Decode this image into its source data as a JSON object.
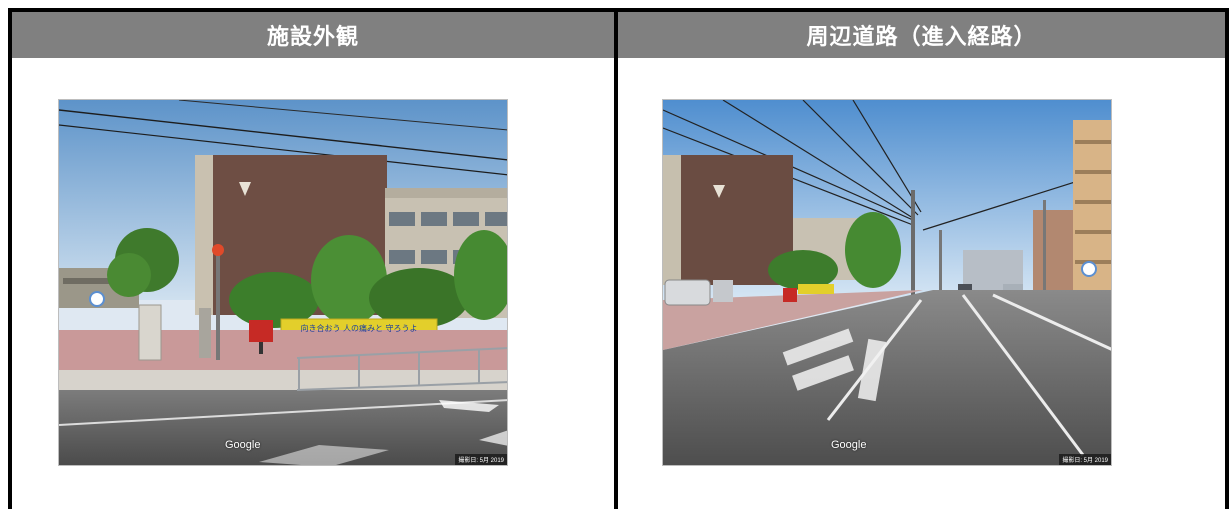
{
  "columns": [
    {
      "header": "施設外観",
      "photo": {
        "subject": "school-building-exterior",
        "watermark": "Google",
        "date_strip": "撮影日: 5月 2019",
        "banner_text": "向き合おう 人の痛みと 守ろうよ"
      }
    },
    {
      "header": "周辺道路（進入経路）",
      "photo": {
        "subject": "road-approach-route",
        "watermark": "Google",
        "date_strip": "撮影日: 5月 2019"
      }
    }
  ],
  "colors": {
    "header_bg": "#808080",
    "header_text": "#ffffff",
    "border": "#000000"
  }
}
